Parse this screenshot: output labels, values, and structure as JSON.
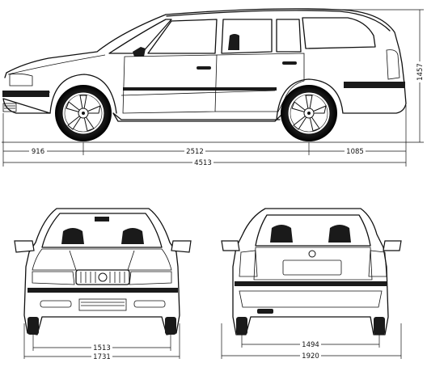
{
  "dimensions": {
    "front_overhang": "916",
    "wheelbase": "2512",
    "rear_overhang": "1085",
    "overall_length": "4513",
    "overall_height": "1457",
    "front_track": "1513",
    "front_width": "1731",
    "rear_track": "1494",
    "rear_width": "1920"
  },
  "colors": {
    "line": "#111111",
    "background": "#ffffff",
    "fill": "#ffffff",
    "dark": "#1a1a1a"
  }
}
